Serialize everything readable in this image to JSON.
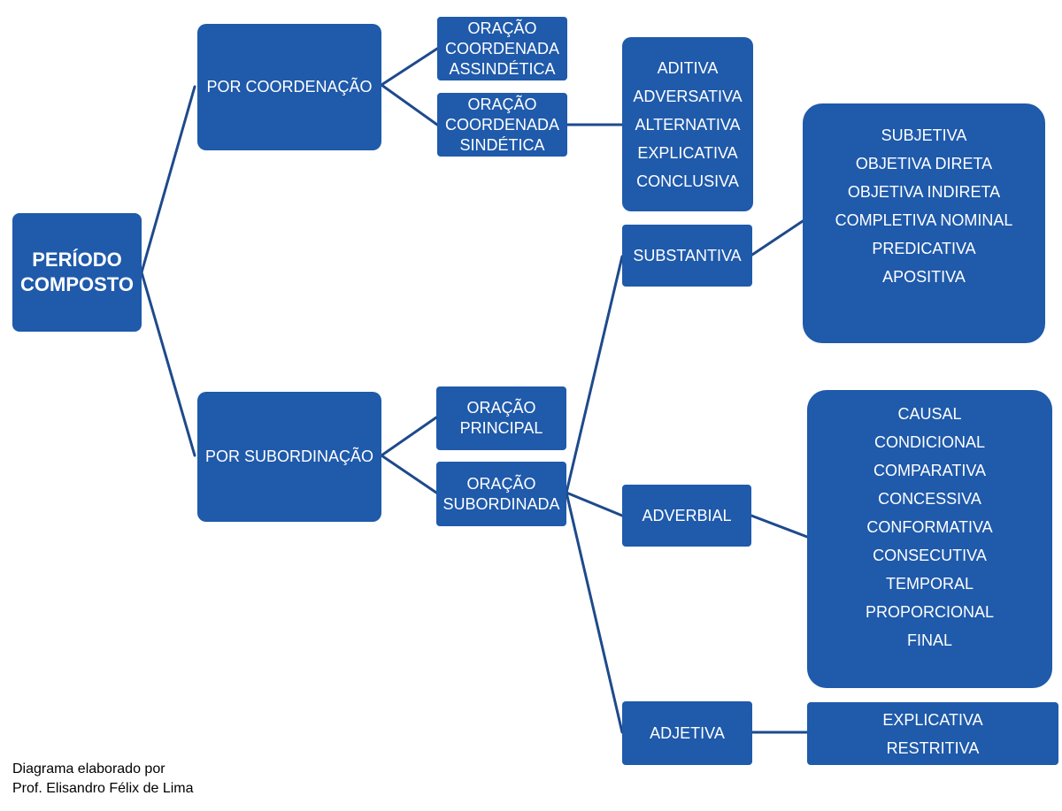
{
  "root": {
    "line1": "PERÍODO",
    "line2": "COMPOSTO"
  },
  "coordenacao": {
    "label": "POR COORDENAÇÃO"
  },
  "subordinacao": {
    "label": "POR SUBORDINAÇÃO"
  },
  "assindetica": {
    "line1": "ORAÇÃO",
    "line2": "COORDENADA",
    "line3": "ASSINDÉTICA"
  },
  "sindetica": {
    "line1": "ORAÇÃO",
    "line2": "COORDENADA",
    "line3": "SINDÉTICA"
  },
  "sindetica_types": [
    "ADITIVA",
    "ADVERSATIVA",
    "ALTERNATIVA",
    "EXPLICATIVA",
    "CONCLUSIVA"
  ],
  "principal": {
    "line1": "ORAÇÃO",
    "line2": "PRINCIPAL"
  },
  "subordinada": {
    "line1": "ORAÇÃO",
    "line2": "SUBORDINADA"
  },
  "substantiva": {
    "label": "SUBSTANTIVA",
    "types": [
      "SUBJETIVA",
      "OBJETIVA DIRETA",
      "OBJETIVA INDIRETA",
      "COMPLETIVA NOMINAL",
      "PREDICATIVA",
      "APOSITIVA"
    ]
  },
  "adverbial": {
    "label": "ADVERBIAL",
    "types": [
      "CAUSAL",
      "CONDICIONAL",
      "COMPARATIVA",
      "CONCESSIVA",
      "CONFORMATIVA",
      "CONSECUTIVA",
      "TEMPORAL",
      "PROPORCIONAL",
      "FINAL"
    ]
  },
  "adjetiva": {
    "label": "ADJETIVA",
    "types": [
      "EXPLICATIVA",
      "RESTRITIVA"
    ]
  },
  "credit": {
    "line1": "Diagrama elaborado por",
    "line2": "Prof. Elisandro Félix de Lima"
  },
  "colors": {
    "node": "#1f5aab",
    "connector": "#1e4a8c",
    "text": "#ffffff"
  }
}
